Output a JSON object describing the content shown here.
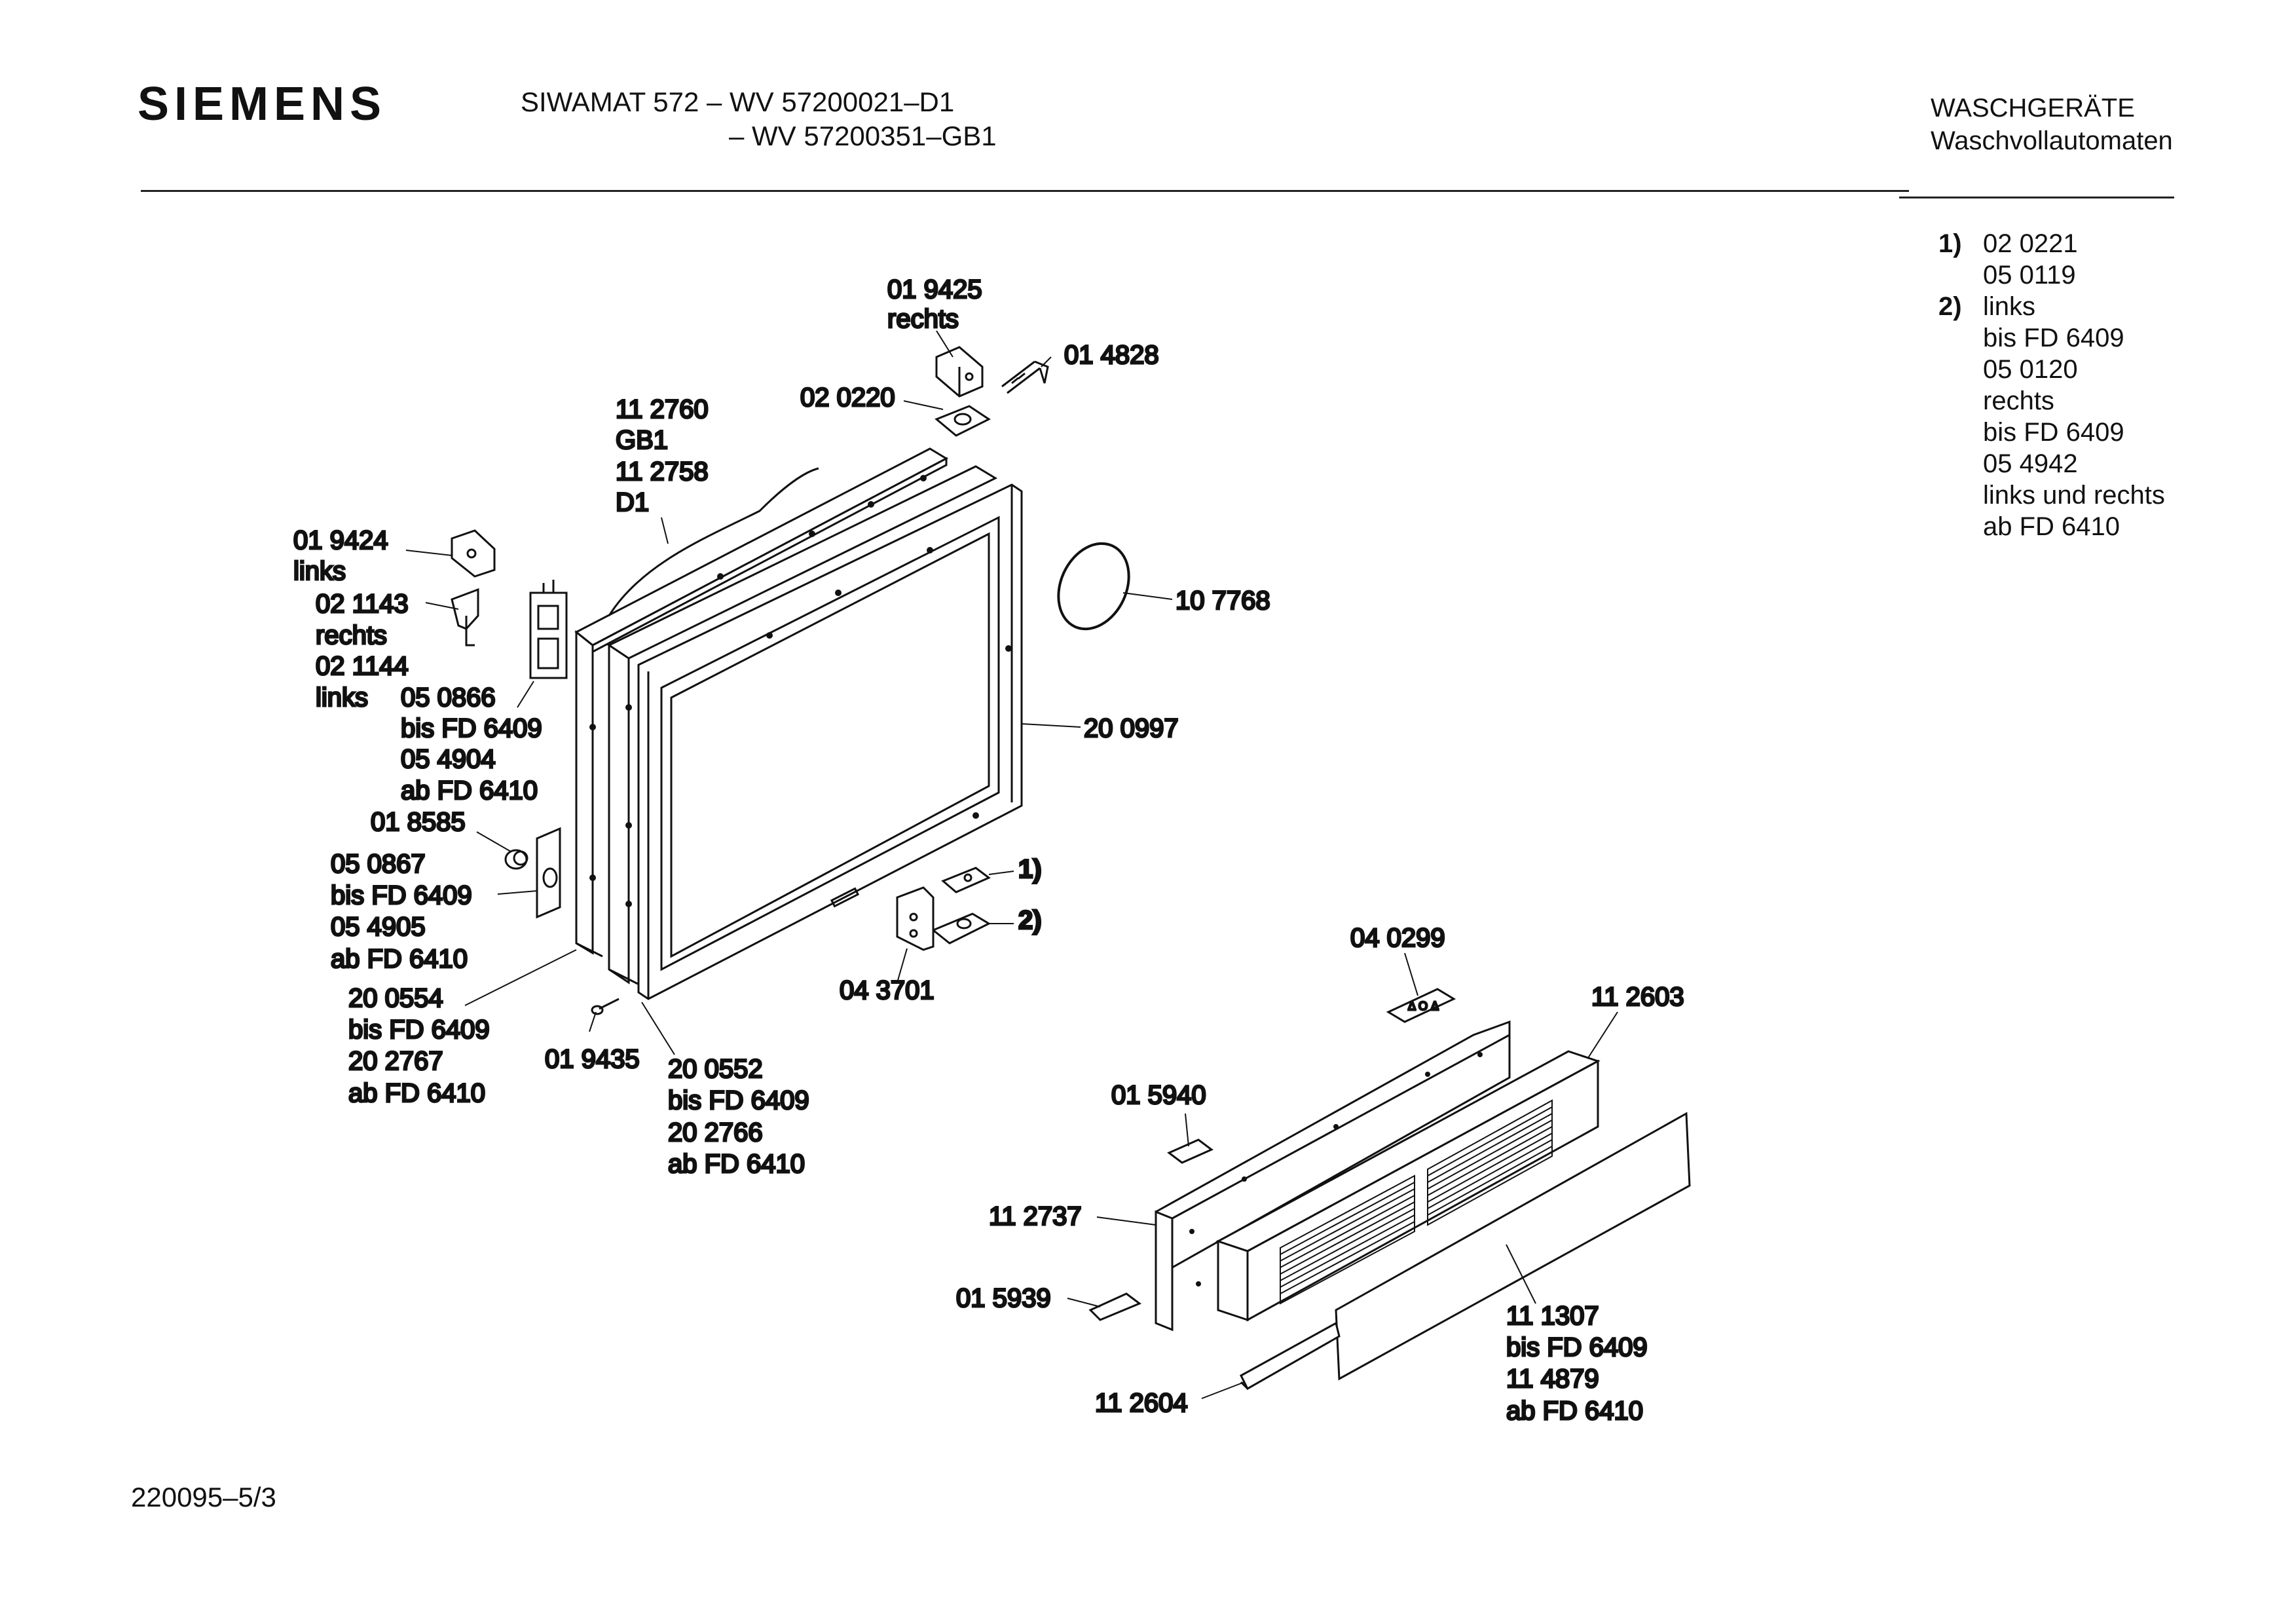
{
  "header": {
    "brand": "SIEMENS",
    "model_line_1": "SIWAMAT 572  –  WV 57200021–D1",
    "model_line_2": "–  WV 57200351–GB1",
    "category_title": "WASCHGERÄTE",
    "category_subtitle": "Waschvollautomaten"
  },
  "notes": {
    "n1_label": "1)",
    "n1_line1": "02 0221",
    "n1_line2": "05 0119",
    "n2_label": "2)",
    "n2_line1": "links",
    "n2_line2": "bis FD 6409",
    "n2_line3": "05 0120",
    "n2_line4": "rechts",
    "n2_line5": "bis FD 6409",
    "n2_line6": "05 4942",
    "n2_line7": "links und rechts",
    "n2_line8": "ab FD 6410"
  },
  "labels": {
    "l_019425": "01 9425",
    "l_rechts_a": "rechts",
    "l_014828": "01 4828",
    "l_020220": "02 0220",
    "l_112760": "11 2760",
    "l_gb1": "GB1",
    "l_112758": "11 2758",
    "l_d1": "D1",
    "l_019424": "01 9424",
    "l_links_a": "links",
    "l_021143": "02 1143",
    "l_rechts_b": "rechts",
    "l_021144": "02 1144",
    "l_links_b": "links",
    "l_050866": "05 0866",
    "l_bis_a": "bis FD 6409",
    "l_054904": "05 4904",
    "l_ab_a": "ab FD 6410",
    "l_107768": "10 7768",
    "l_200997": "20 0997",
    "l_018585": "01 8585",
    "l_050867": "05 0867",
    "l_bis_b": "bis FD 6409",
    "l_054905": "05 4905",
    "l_ab_b": "ab FD 6410",
    "l_200554": "20 0554",
    "l_bis_c": "bis FD 6409",
    "l_202767": "20 2767",
    "l_ab_c": "ab FD 6410",
    "l_019435": "01 9435",
    "l_200552": "20 0552",
    "l_bis_d": "bis FD 6409",
    "l_202766": "20 2766",
    "l_ab_d": "ab FD 6410",
    "l_043701": "04 3701",
    "l_note1": "1)",
    "l_note2": "2)",
    "l_040299": "04 0299",
    "l_112603": "11 2603",
    "l_015940": "01 5940",
    "l_112737": "11 2737",
    "l_015939": "01 5939",
    "l_111307": "11 1307",
    "l_bis_e": "bis FD 6409",
    "l_114879": "11 4879",
    "l_ab_e": "ab FD 6410",
    "l_112604": "11 2604"
  },
  "footer": {
    "drawing_number": "220095–5/3"
  }
}
